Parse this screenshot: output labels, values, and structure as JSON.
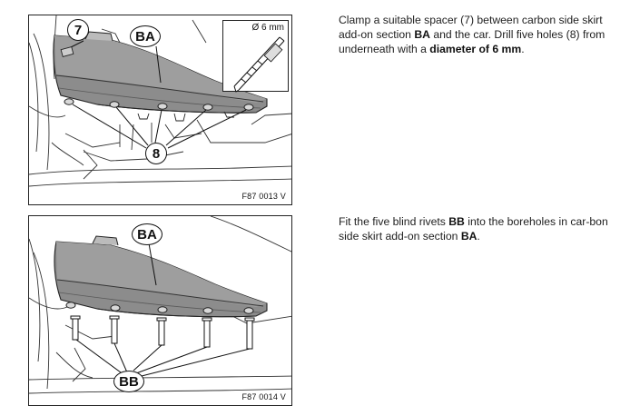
{
  "step1": {
    "figure_code": "F87 0013 V",
    "callout_spacer": "7",
    "callout_section": "BA",
    "callout_holes": "8",
    "drill_label": "Ø 6 mm",
    "text_a": "Clamp a suitable spacer (7) between carbon side skirt add-on section ",
    "text_b": "BA",
    "text_c": " and the car. Drill five holes (8) from underneath with a ",
    "text_d": "diameter of 6 mm",
    "text_e": "."
  },
  "step2": {
    "figure_code": "F87 0014 V",
    "callout_section": "BA",
    "callout_rivets": "BB",
    "text_a": "Fit the five blind rivets ",
    "text_b": "BB",
    "text_c": " into the boreholes in car-bon side skirt add-on section ",
    "text_d": "BA",
    "text_e": "."
  }
}
